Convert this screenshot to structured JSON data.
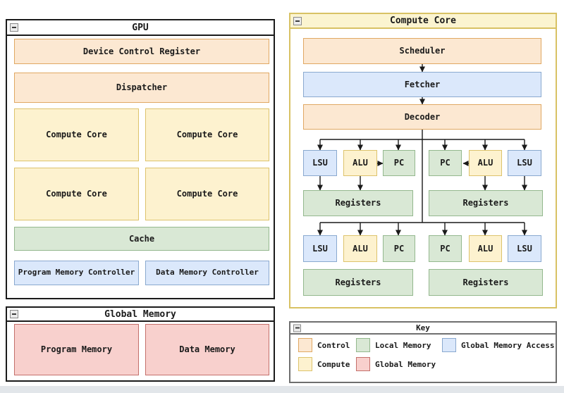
{
  "page": {
    "background": "#ffffff",
    "bottom_strip_color": "#e2e6ea"
  },
  "palette": {
    "control_fill": "#fce8d2",
    "control_border": "#e0a863",
    "compute_fill": "#fdf2cf",
    "compute_border": "#ddc36c",
    "local_memory_fill": "#d9e8d5",
    "local_memory_border": "#94b88e",
    "global_memory_fill": "#f8d0cd",
    "global_memory_border": "#c4706b",
    "global_memory_access_fill": "#dbe8fb",
    "global_memory_access_border": "#8aa9cf",
    "window_border_dark": "#1b1b1b",
    "window_border_gold": "#d8c264",
    "window_title_gold_fill": "#fbf4d0",
    "arrow_color": "#1a1a1a"
  },
  "gpu_window": {
    "title": "GPU",
    "blocks": {
      "device_control_register": "Device Control Register",
      "dispatcher": "Dispatcher",
      "compute_core": "Compute Core",
      "cache": "Cache",
      "program_memory_controller": "Program Memory Controller",
      "data_memory_controller": "Data Memory Controller"
    }
  },
  "global_memory_window": {
    "title": "Global Memory",
    "blocks": {
      "program_memory": "Program Memory",
      "data_memory": "Data Memory"
    }
  },
  "compute_core_window": {
    "title": "Compute Core",
    "blocks": {
      "scheduler": "Scheduler",
      "fetcher": "Fetcher",
      "decoder": "Decoder",
      "lsu": "LSU",
      "alu": "ALU",
      "pc": "PC",
      "registers": "Registers"
    }
  },
  "key_window": {
    "title": "Key",
    "entries": [
      {
        "label": "Control",
        "fill": "#fce8d2",
        "border": "#e0a863"
      },
      {
        "label": "Local Memory",
        "fill": "#d9e8d5",
        "border": "#94b88e"
      },
      {
        "label": "Global Memory Access",
        "fill": "#dbe8fb",
        "border": "#8aa9cf"
      },
      {
        "label": "Compute",
        "fill": "#fdf2cf",
        "border": "#ddc36c"
      },
      {
        "label": "Global Memory",
        "fill": "#f8d0cd",
        "border": "#c4706b"
      }
    ]
  }
}
